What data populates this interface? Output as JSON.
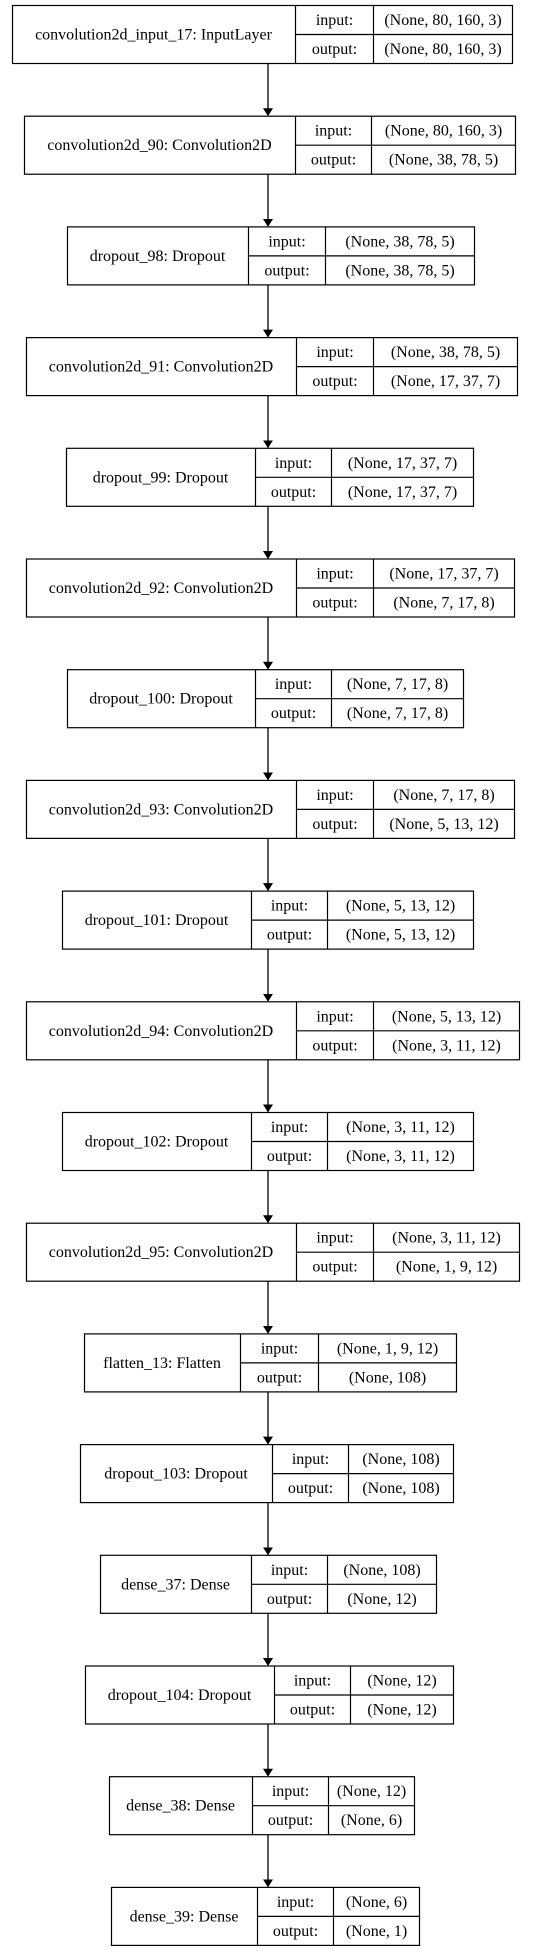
{
  "io_labels": {
    "input": "input:",
    "output": "output:"
  },
  "layers": [
    {
      "name": "convolution2d_input_17: InputLayer",
      "input": "(None, 80, 160, 3)",
      "output": "(None, 80, 160, 3)"
    },
    {
      "name": "convolution2d_90: Convolution2D",
      "input": "(None, 80, 160, 3)",
      "output": "(None, 38, 78, 5)"
    },
    {
      "name": "dropout_98: Dropout",
      "input": "(None, 38, 78, 5)",
      "output": "(None, 38, 78, 5)"
    },
    {
      "name": "convolution2d_91: Convolution2D",
      "input": "(None, 38, 78, 5)",
      "output": "(None, 17, 37, 7)"
    },
    {
      "name": "dropout_99: Dropout",
      "input": "(None, 17, 37, 7)",
      "output": "(None, 17, 37, 7)"
    },
    {
      "name": "convolution2d_92: Convolution2D",
      "input": "(None, 17, 37, 7)",
      "output": "(None, 7, 17, 8)"
    },
    {
      "name": "dropout_100: Dropout",
      "input": "(None, 7, 17, 8)",
      "output": "(None, 7, 17, 8)"
    },
    {
      "name": "convolution2d_93: Convolution2D",
      "input": "(None, 7, 17, 8)",
      "output": "(None, 5, 13, 12)"
    },
    {
      "name": "dropout_101: Dropout",
      "input": "(None, 5, 13, 12)",
      "output": "(None, 5, 13, 12)"
    },
    {
      "name": "convolution2d_94: Convolution2D",
      "input": "(None, 5, 13, 12)",
      "output": "(None, 3, 11, 12)"
    },
    {
      "name": "dropout_102: Dropout",
      "input": "(None, 3, 11, 12)",
      "output": "(None, 3, 11, 12)"
    },
    {
      "name": "convolution2d_95: Convolution2D",
      "input": "(None, 3, 11, 12)",
      "output": "(None, 1, 9, 12)"
    },
    {
      "name": "flatten_13: Flatten",
      "input": "(None, 1, 9, 12)",
      "output": "(None, 108)"
    },
    {
      "name": "dropout_103: Dropout",
      "input": "(None, 108)",
      "output": "(None, 108)"
    },
    {
      "name": "dense_37: Dense",
      "input": "(None, 108)",
      "output": "(None, 12)"
    },
    {
      "name": "dropout_104: Dropout",
      "input": "(None, 12)",
      "output": "(None, 12)"
    },
    {
      "name": "dense_38: Dense",
      "input": "(None, 12)",
      "output": "(None, 6)"
    },
    {
      "name": "dense_39: Dense",
      "input": "(None, 6)",
      "output": "(None, 1)"
    }
  ]
}
